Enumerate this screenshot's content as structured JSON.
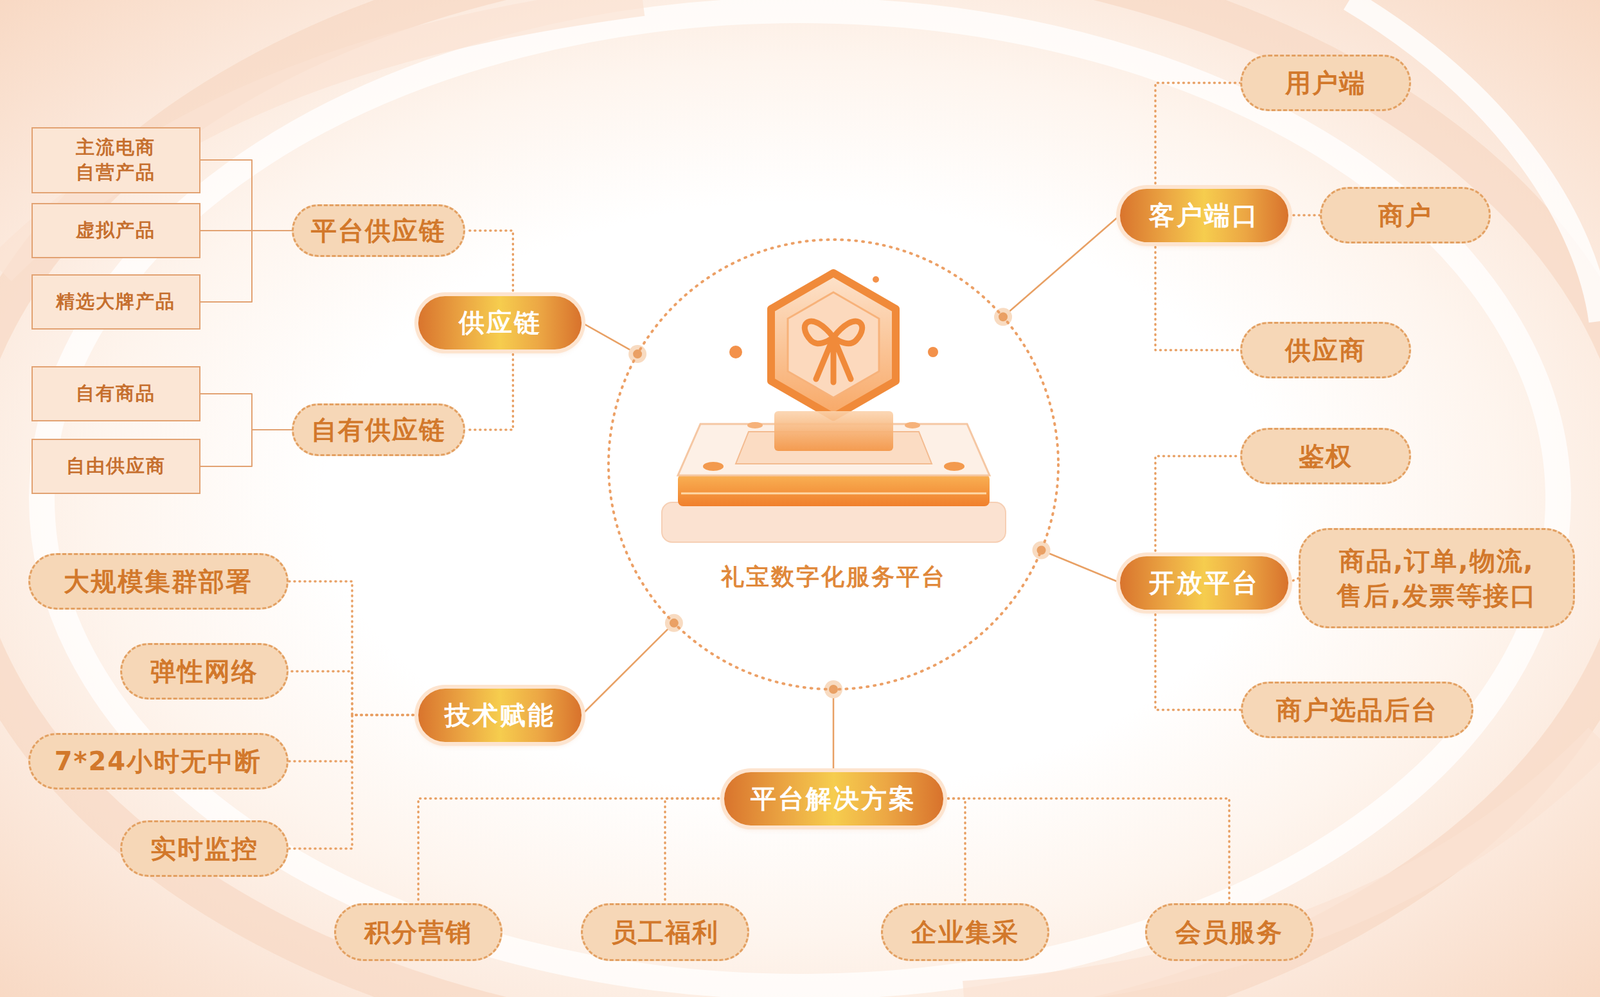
{
  "diagram": {
    "nodes": [
      {
        "text": [
          "礼宝数字化服务平台"
        ]
      },
      {
        "text": [
          "供应链"
        ]
      },
      {
        "text": [
          "平台供应链"
        ]
      },
      {
        "text": [
          "主流电商 自营产品"
        ]
      },
      {
        "text": [
          "虚拟产品"
        ]
      },
      {
        "text": [
          "精选大牌产品"
        ]
      },
      {
        "text": [
          "自有供应链"
        ]
      },
      {
        "text": [
          "自有商品"
        ]
      },
      {
        "text": [
          "自由供应商"
        ]
      },
      {
        "text": [
          "客户端口"
        ]
      },
      {
        "text": [
          "用户端"
        ]
      },
      {
        "text": [
          "商户"
        ]
      },
      {
        "text": [
          "供应商"
        ]
      },
      {
        "text": [
          "开放平台"
        ]
      },
      {
        "text": [
          "鉴权"
        ]
      },
      {
        "text": [
          "商品,订单,物流, 售后,发票等接口"
        ]
      },
      {
        "text": [
          "商户选品后台"
        ]
      },
      {
        "text": [
          "技术赋能"
        ]
      },
      {
        "text": [
          "大规模集群部署"
        ]
      },
      {
        "text": [
          "弹性网络"
        ]
      },
      {
        "text": [
          "7*24小时无中断"
        ]
      },
      {
        "text": [
          "实时监控"
        ]
      },
      {
        "text": [
          "平台解决方案"
        ]
      },
      {
        "text": [
          "积分营销"
        ]
      },
      {
        "text": [
          "员工福利"
        ]
      },
      {
        "text": [
          "企业集采"
        ]
      },
      {
        "text": [
          "会员服务"
        ]
      }
    ],
    "edges": [
      {
        "from": 0,
        "to": 1,
        "arrow": "none"
      },
      {
        "from": 1,
        "to": 2,
        "arrow": "none"
      },
      {
        "from": 1,
        "to": 6,
        "arrow": "none"
      },
      {
        "from": 2,
        "to": 3,
        "arrow": "none"
      },
      {
        "from": 2,
        "to": 4,
        "arrow": "none"
      },
      {
        "from": 2,
        "to": 5,
        "arrow": "none"
      },
      {
        "from": 6,
        "to": 7,
        "arrow": "none"
      },
      {
        "from": 6,
        "to": 8,
        "arrow": "none"
      },
      {
        "from": 0,
        "to": 9,
        "arrow": "none"
      },
      {
        "from": 9,
        "to": 10,
        "arrow": "none"
      },
      {
        "from": 9,
        "to": 11,
        "arrow": "none"
      },
      {
        "from": 9,
        "to": 12,
        "arrow": "none"
      },
      {
        "from": 0,
        "to": 13,
        "arrow": "none"
      },
      {
        "from": 13,
        "to": 14,
        "arrow": "none"
      },
      {
        "from": 13,
        "to": 15,
        "arrow": "none"
      },
      {
        "from": 13,
        "to": 16,
        "arrow": "none"
      },
      {
        "from": 0,
        "to": 17,
        "arrow": "none"
      },
      {
        "from": 17,
        "to": 18,
        "arrow": "none"
      },
      {
        "from": 17,
        "to": 19,
        "arrow": "none"
      },
      {
        "from": 17,
        "to": 20,
        "arrow": "none"
      },
      {
        "from": 17,
        "to": 21,
        "arrow": "none"
      },
      {
        "from": 0,
        "to": 22,
        "arrow": "none"
      },
      {
        "from": 22,
        "to": 23,
        "arrow": "none"
      },
      {
        "from": 22,
        "to": 24,
        "arrow": "none"
      },
      {
        "from": 22,
        "to": 25,
        "arrow": "none"
      },
      {
        "from": 22,
        "to": 26,
        "arrow": "none"
      }
    ]
  }
}
